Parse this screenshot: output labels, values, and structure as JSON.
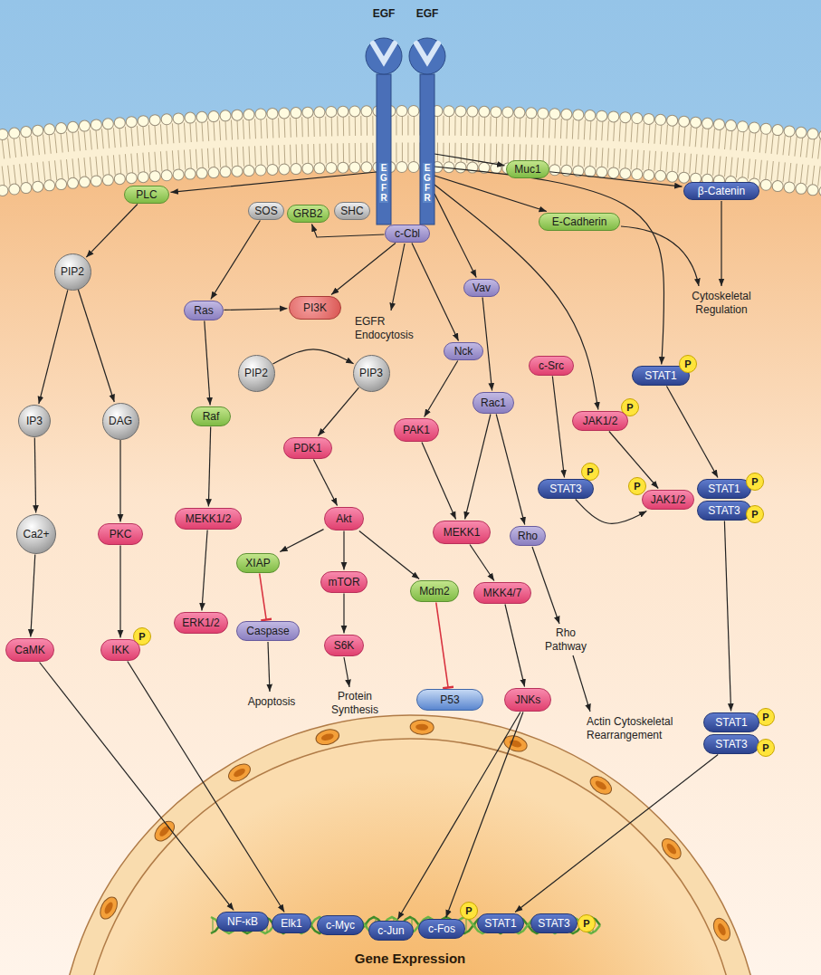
{
  "diagram": {
    "nodes": [
      {
        "text": [
          "EGF",
          "EGFR"
        ]
      },
      {
        "text": [
          "EGF",
          "EGFR"
        ]
      },
      {
        "text": [
          "Muc1"
        ]
      },
      {
        "text": [
          "PLC"
        ]
      },
      {
        "text": [
          "β-Catenin"
        ]
      },
      {
        "text": [
          "SOS"
        ]
      },
      {
        "text": [
          "GRB2"
        ]
      },
      {
        "text": [
          "SHC"
        ]
      },
      {
        "text": [
          "E-Cadherin"
        ]
      },
      {
        "text": [
          "c-Cbl"
        ]
      },
      {
        "text": [
          "PIP2"
        ]
      },
      {
        "text": [
          "Vav"
        ]
      },
      {
        "text": [
          "Ras"
        ]
      },
      {
        "text": [
          "PI3K"
        ]
      },
      {
        "text": [
          "PIP2"
        ]
      },
      {
        "text": [
          "PIP3"
        ]
      },
      {
        "text": [
          "Nck"
        ]
      },
      {
        "text": [
          "c-Src"
        ]
      },
      {
        "text": [
          "STAT1"
        ]
      },
      {
        "text": [
          "P"
        ]
      },
      {
        "text": [
          "P"
        ]
      },
      {
        "text": [
          "IP3"
        ]
      },
      {
        "text": [
          "DAG"
        ]
      },
      {
        "text": [
          "Raf"
        ]
      },
      {
        "text": [
          "Rac1"
        ]
      },
      {
        "text": [
          "JAK1/2"
        ]
      },
      {
        "text": [
          "PAK1"
        ]
      },
      {
        "text": [
          "PDK1"
        ]
      },
      {
        "text": [
          "P"
        ]
      },
      {
        "text": [
          "P"
        ]
      },
      {
        "text": [
          "STAT1"
        ]
      },
      {
        "text": [
          "P"
        ]
      },
      {
        "text": [
          "STAT3"
        ]
      },
      {
        "text": [
          "JAK1/2"
        ]
      },
      {
        "text": [
          "STAT3"
        ]
      },
      {
        "text": [
          "P"
        ]
      },
      {
        "text": [
          "Akt"
        ]
      },
      {
        "text": [
          "MEKK1/2"
        ]
      },
      {
        "text": [
          "MEKK1"
        ]
      },
      {
        "text": [
          "Ca2+"
        ]
      },
      {
        "text": [
          "PKC"
        ]
      },
      {
        "text": [
          "Rho"
        ]
      },
      {
        "text": [
          "XIAP"
        ]
      },
      {
        "text": [
          "mTOR"
        ]
      },
      {
        "text": [
          "Mdm2"
        ]
      },
      {
        "text": [
          "MKK4/7"
        ]
      },
      {
        "text": [
          "ERK1/2"
        ]
      },
      {
        "text": [
          "Caspase"
        ]
      },
      {
        "text": [
          "S6K"
        ]
      },
      {
        "text": [
          "P"
        ]
      },
      {
        "text": [
          "CaMK"
        ]
      },
      {
        "text": [
          "IKK"
        ]
      },
      {
        "text": [
          "P53"
        ]
      },
      {
        "text": [
          "JNKs"
        ]
      },
      {
        "text": [
          "P"
        ]
      },
      {
        "text": [
          "STAT1"
        ]
      },
      {
        "text": [
          "STAT3"
        ]
      },
      {
        "text": [
          "P"
        ]
      },
      {
        "text": [
          "Gene Expression"
        ]
      },
      {
        "text": [
          "NF-κB"
        ],
        "in": 58
      },
      {
        "text": [
          "Elk1"
        ],
        "in": 58
      },
      {
        "text": [
          "c-Myc"
        ],
        "in": 58
      },
      {
        "text": [
          "c-Jun"
        ],
        "in": 58
      },
      {
        "text": [
          "P"
        ],
        "in": 58
      },
      {
        "text": [
          "c-Fos"
        ],
        "in": 58
      },
      {
        "text": [
          "STAT1"
        ],
        "in": 58
      },
      {
        "text": [
          "STAT3"
        ],
        "in": 58
      },
      {
        "text": [
          "P"
        ],
        "in": 58
      }
    ],
    "edges": [
      {
        "from": 0,
        "to": 3,
        "arrow": "to"
      },
      {
        "from": 9,
        "to": 6,
        "arrow": "to"
      },
      {
        "from": 1,
        "to": 2,
        "arrow": "to"
      },
      {
        "from": 2,
        "to": 4,
        "arrow": "to"
      },
      {
        "from": 1,
        "to": 8,
        "arrow": "to"
      },
      {
        "from": 1,
        "to": 11,
        "arrow": "to"
      },
      {
        "from": 1,
        "to": 25,
        "arrow": "to"
      },
      {
        "from": 1,
        "to": 18,
        "arrow": "to"
      },
      {
        "from": 3,
        "to": 10,
        "arrow": "to"
      },
      {
        "from": 5,
        "to": 12,
        "arrow": "to"
      },
      {
        "from": 9,
        "to": 13,
        "arrow": "to"
      },
      {
        "from": 9,
        "to": 16,
        "arrow": "to"
      },
      {
        "from": 12,
        "to": 13,
        "arrow": "to"
      },
      {
        "from": 12,
        "to": 23,
        "arrow": "to"
      },
      {
        "from": 10,
        "to": 21,
        "arrow": "to"
      },
      {
        "from": 10,
        "to": 22,
        "arrow": "to"
      },
      {
        "from": 14,
        "to": 15,
        "arrow": "to"
      },
      {
        "from": 15,
        "to": 27,
        "arrow": "to"
      },
      {
        "from": 11,
        "to": 24,
        "arrow": "to"
      },
      {
        "from": 16,
        "to": 26,
        "arrow": "to"
      },
      {
        "from": 21,
        "to": 39,
        "arrow": "to"
      },
      {
        "from": 22,
        "to": 40,
        "arrow": "to"
      },
      {
        "from": 23,
        "to": 37,
        "arrow": "to"
      },
      {
        "from": 27,
        "to": 36,
        "arrow": "to"
      },
      {
        "from": 26,
        "to": 38,
        "arrow": "to"
      },
      {
        "from": 24,
        "to": 38,
        "arrow": "to"
      },
      {
        "from": 24,
        "to": 41,
        "arrow": "to"
      },
      {
        "from": 17,
        "to": 32,
        "arrow": "to"
      },
      {
        "from": 25,
        "to": 33,
        "arrow": "to"
      },
      {
        "from": 18,
        "to": 30,
        "arrow": "to"
      },
      {
        "from": 32,
        "to": 33,
        "arrow": "to"
      },
      {
        "from": 39,
        "to": 50,
        "arrow": "to"
      },
      {
        "from": 40,
        "to": 51,
        "arrow": "to"
      },
      {
        "from": 37,
        "to": 46,
        "arrow": "to"
      },
      {
        "from": 36,
        "to": 42,
        "arrow": "to"
      },
      {
        "from": 36,
        "to": 43,
        "arrow": "to"
      },
      {
        "from": 36,
        "to": 44,
        "arrow": "to"
      },
      {
        "from": 42,
        "to": 47,
        "arrow": "to"
      },
      {
        "from": 43,
        "to": 48,
        "arrow": "to"
      },
      {
        "from": 44,
        "to": 52,
        "arrow": "to"
      },
      {
        "from": 38,
        "to": 45,
        "arrow": "to"
      },
      {
        "from": 45,
        "to": 53,
        "arrow": "to"
      },
      {
        "from": 34,
        "to": 55,
        "arrow": "to"
      },
      {
        "from": 50,
        "to": 59,
        "arrow": "to"
      },
      {
        "from": 51,
        "to": 60,
        "arrow": "to"
      },
      {
        "from": 53,
        "to": 62,
        "arrow": "to"
      },
      {
        "from": 53,
        "to": 64,
        "arrow": "to"
      },
      {
        "from": 56,
        "to": 65,
        "arrow": "to"
      }
    ],
    "labels": [
      "EGFR Endocytosis",
      "Cytoskeletal Regulation",
      "Apoptosis",
      "Protein Synthesis",
      "Rho Pathway",
      "Actin Cytoskeletal Rearrangement"
    ]
  }
}
